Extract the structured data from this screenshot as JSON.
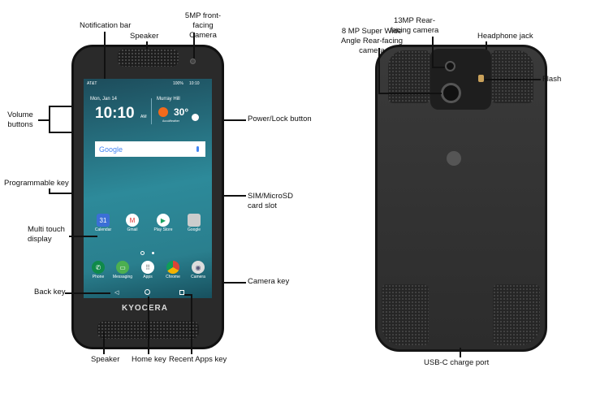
{
  "front": {
    "labels": {
      "notification_bar": "Notification bar",
      "speaker_top": "Speaker",
      "front_camera": "5MP front-facing Camera",
      "volume_buttons": "Volume buttons",
      "power_lock": "Power/Lock button",
      "programmable_key": "Programmable key",
      "sim_slot": "SIM/MicroSD card slot",
      "multi_touch": "Multi touch display",
      "camera_key": "Camera key",
      "back_key": "Back key",
      "speaker_bottom": "Speaker",
      "home_key": "Home key",
      "recent_apps": "Recent Apps key"
    },
    "screen": {
      "carrier": "AT&T",
      "battery": "100%",
      "status_time": "10:10",
      "status_ampm": "AM",
      "date": "Mon, Jan 14",
      "clock": "10:10",
      "clock_ampm": "AM",
      "location": "Murray Hill",
      "temperature": "30°",
      "weather_source": "AccuWeather",
      "search_logo": "Google",
      "apps_row1": [
        "Calendar",
        "Gmail",
        "Play Store",
        "Google"
      ],
      "dock": [
        "Phone",
        "Messaging",
        "Apps",
        "Chrome",
        "Camera"
      ]
    },
    "brand": "KYOCERA"
  },
  "back": {
    "labels": {
      "rear_camera_13mp": "13MP Rear-facing camera",
      "rear_camera_8mp": "8 MP Super Wide Angle Rear-facing camera",
      "headphone_jack": "Headphone jack",
      "flash": "Flash",
      "usb_c": "USB-C charge port"
    }
  }
}
